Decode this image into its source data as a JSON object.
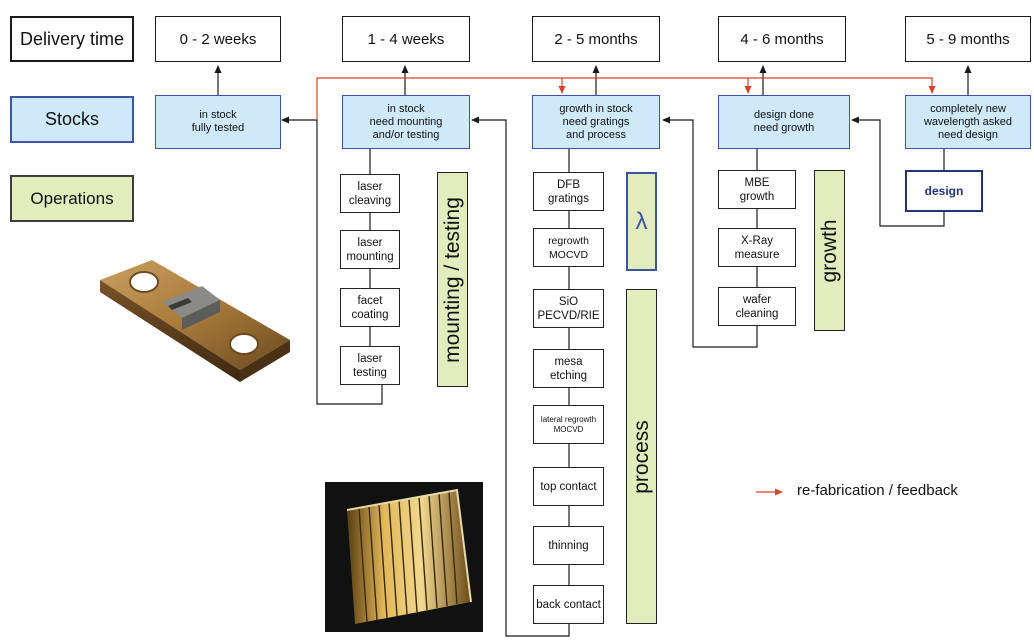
{
  "legend": {
    "delivery_time": "Delivery time",
    "stocks": "Stocks",
    "operations": "Operations"
  },
  "delivery_times": [
    "0 - 2 weeks",
    "1 - 4 weeks",
    "2 - 5 months",
    "4 - 6 months",
    "5 - 9 months"
  ],
  "stocks": {
    "tested": "in stock\nfully tested",
    "mounting": "in stock\nneed mounting\nand/or testing",
    "gratings": "growth in stock\nneed gratings\nand process",
    "design_done": "design done\nneed growth",
    "new_wavelength": "completely new\nwavelength asked\nneed design"
  },
  "ops_mounting": [
    "laser\ncleaving",
    "laser\nmounting",
    "facet\ncoating",
    "laser\ntesting"
  ],
  "ops_process": [
    "DFB\ngratings",
    "regrowth\nMOCVD",
    "SiO\nPECVD/RIE",
    "mesa\netching",
    "lateral regrowth\nMOCVD",
    "top contact",
    "thinning",
    "back contact"
  ],
  "ops_growth": [
    "MBE\ngrowth",
    "X-Ray\nmeasure",
    "wafer\ncleaning"
  ],
  "design_op": "design",
  "labels": {
    "mounting_testing": "mounting / testing",
    "lambda": "λ",
    "process": "process",
    "growth": "growth"
  },
  "feedback_legend": "re-fabrication / feedback",
  "colors": {
    "feedback": "#d9412b",
    "stock_fill": "#cfe9f8",
    "stock_border": "#3a55a4",
    "op_fill": "#e2ecbc"
  }
}
